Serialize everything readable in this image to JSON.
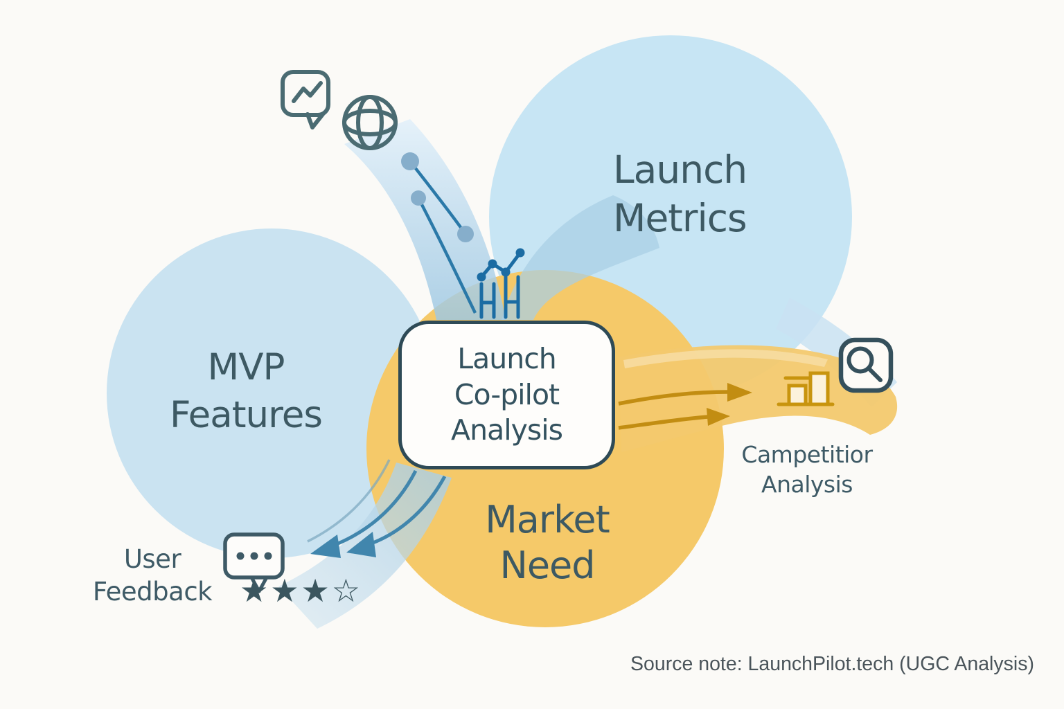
{
  "circles": {
    "launch_metrics": {
      "label": "Launch\nMetrics",
      "color": "#c7e5f4"
    },
    "mvp_features": {
      "label": "MVP\nFeatures",
      "color": "#cae3f1"
    },
    "market_need": {
      "label": "Market\nNeed",
      "color": "#f5c969"
    }
  },
  "center_box": {
    "title": "Launch\nCo-pilot\nAnalysis",
    "background": "#fefdfb",
    "border_color": "#2e4a56"
  },
  "annotations": {
    "competitor": "Campetitior\nAnalysis",
    "user_feedback": "User\nFeedback",
    "rating_stars": "★★★☆"
  },
  "icons": {
    "top_left": [
      "chat-trend-icon",
      "globe-icon"
    ],
    "above_center_box": "mini-chart-icon",
    "right_side": [
      "gold-bars-icon",
      "search-icon"
    ],
    "bottom_left": "chat-dots-icon"
  },
  "footer": {
    "source_note": "Source note: LaunchPilot.tech (UGC Analysis)"
  },
  "colors": {
    "text": "#3d5963",
    "blue_accent": "#2b79a8",
    "gold_accent": "#c8940e",
    "background": "#fbfaf7"
  }
}
